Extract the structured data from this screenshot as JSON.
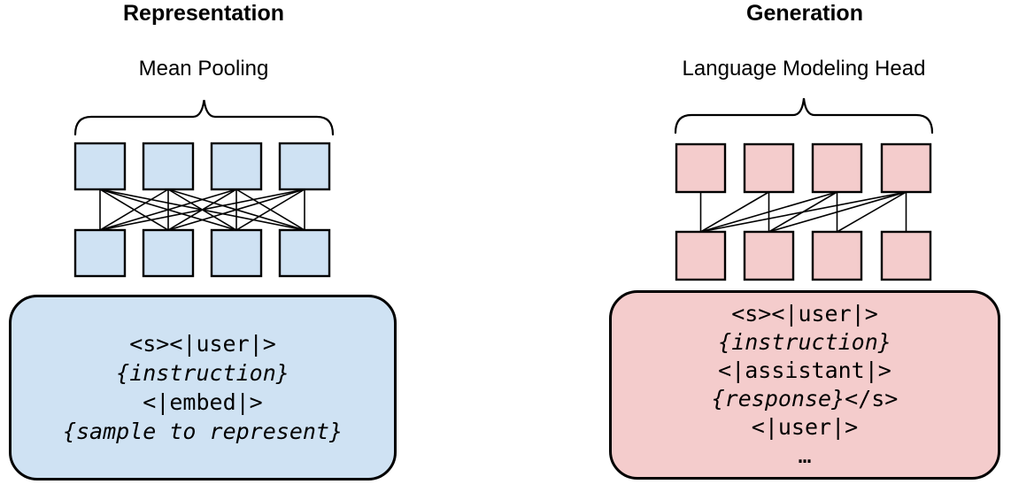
{
  "colors": {
    "background": "#ffffff",
    "blue_fill": "#cfe2f3",
    "pink_fill": "#f4cccc",
    "stroke": "#000000"
  },
  "panels": {
    "representation": {
      "title": "Representation",
      "head_label": "Mean Pooling",
      "attention_pattern": "bidirectional",
      "tokens_per_row": 4,
      "box": {
        "lines": [
          {
            "segments": [
              {
                "text": "<s><|user|>",
                "italic": false
              }
            ]
          },
          {
            "segments": [
              {
                "text": "{instruction}",
                "italic": true
              }
            ]
          },
          {
            "segments": [
              {
                "text": "<|embed|>",
                "italic": false
              }
            ]
          },
          {
            "segments": [
              {
                "text": "{sample to represent}",
                "italic": true
              }
            ]
          }
        ]
      }
    },
    "generation": {
      "title": "Generation",
      "head_label": "Language Modeling Head",
      "attention_pattern": "causal",
      "tokens_per_row": 4,
      "box": {
        "lines": [
          {
            "segments": [
              {
                "text": "<s><|user|>",
                "italic": false
              }
            ]
          },
          {
            "segments": [
              {
                "text": "{instruction}",
                "italic": true
              }
            ]
          },
          {
            "segments": [
              {
                "text": "<|assistant|>",
                "italic": false
              }
            ]
          },
          {
            "segments": [
              {
                "text": "{response}",
                "italic": true
              },
              {
                "text": "</s>",
                "italic": false
              }
            ]
          },
          {
            "segments": [
              {
                "text": "<|user|>",
                "italic": false
              }
            ]
          },
          {
            "segments": [
              {
                "text": "…",
                "italic": false
              }
            ]
          }
        ]
      }
    }
  }
}
